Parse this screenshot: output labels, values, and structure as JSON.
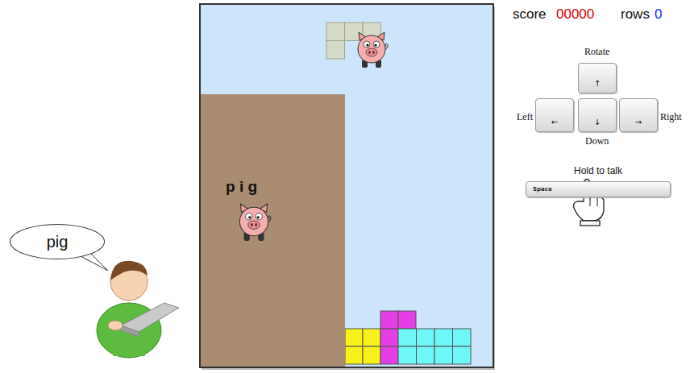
{
  "diagram": {
    "nodes": [
      {
        "text": [
          "pig"
        ]
      },
      {
        "text": [
          "p i g"
        ]
      },
      {
        "text": [
          "↑"
        ]
      },
      {
        "text": [
          "←"
        ]
      },
      {
        "text": [
          "↓"
        ]
      },
      {
        "text": [
          "→"
        ]
      },
      {
        "text": [
          "Space"
        ]
      }
    ],
    "labels": [
      "score",
      "00000",
      "rows",
      "0",
      "Rotate",
      "Left",
      "Right",
      "Down",
      "Hold to talk"
    ]
  }
}
